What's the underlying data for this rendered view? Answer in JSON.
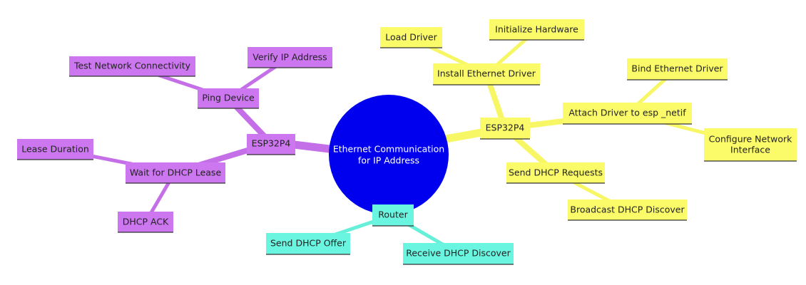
{
  "colors": {
    "root": "#0000ee",
    "purple": "#cc77f0",
    "yellow": "#fbfb6a",
    "cyan": "#6af5e0",
    "purple_edge": "#c46fe8",
    "yellow_edge": "#f7f766",
    "cyan_edge": "#66efd9"
  },
  "mindmap": {
    "root": {
      "line1": "Ethernet Communication",
      "line2": "for IP Address"
    },
    "branches": {
      "esp32_left": {
        "label": "ESP32P4",
        "ping_device": {
          "label": "Ping Device",
          "test_network": "Test Network Connectivity",
          "verify_ip": "Verify IP Address"
        },
        "wait_dhcp_lease": {
          "label": "Wait for DHCP Lease",
          "lease_duration": "Lease Duration",
          "dhcp_ack": "DHCP ACK"
        }
      },
      "esp32_right": {
        "label": "ESP32P4",
        "install_driver": {
          "label": "Install Ethernet Driver",
          "load_driver": "Load Driver",
          "init_hardware": "Initialize Hardware"
        },
        "attach_driver": {
          "label": "Attach Driver to esp _netif",
          "bind_driver": "Bind Ethernet Driver",
          "configure_line1": "Configure Network",
          "configure_line2": "Interface"
        },
        "send_dhcp_requests": {
          "label": "Send DHCP Requests",
          "broadcast_discover": "Broadcast DHCP Discover"
        }
      },
      "router": {
        "label": "Router",
        "send_offer": "Send DHCP Offer",
        "receive_discover": "Receive DHCP Discover"
      }
    }
  }
}
